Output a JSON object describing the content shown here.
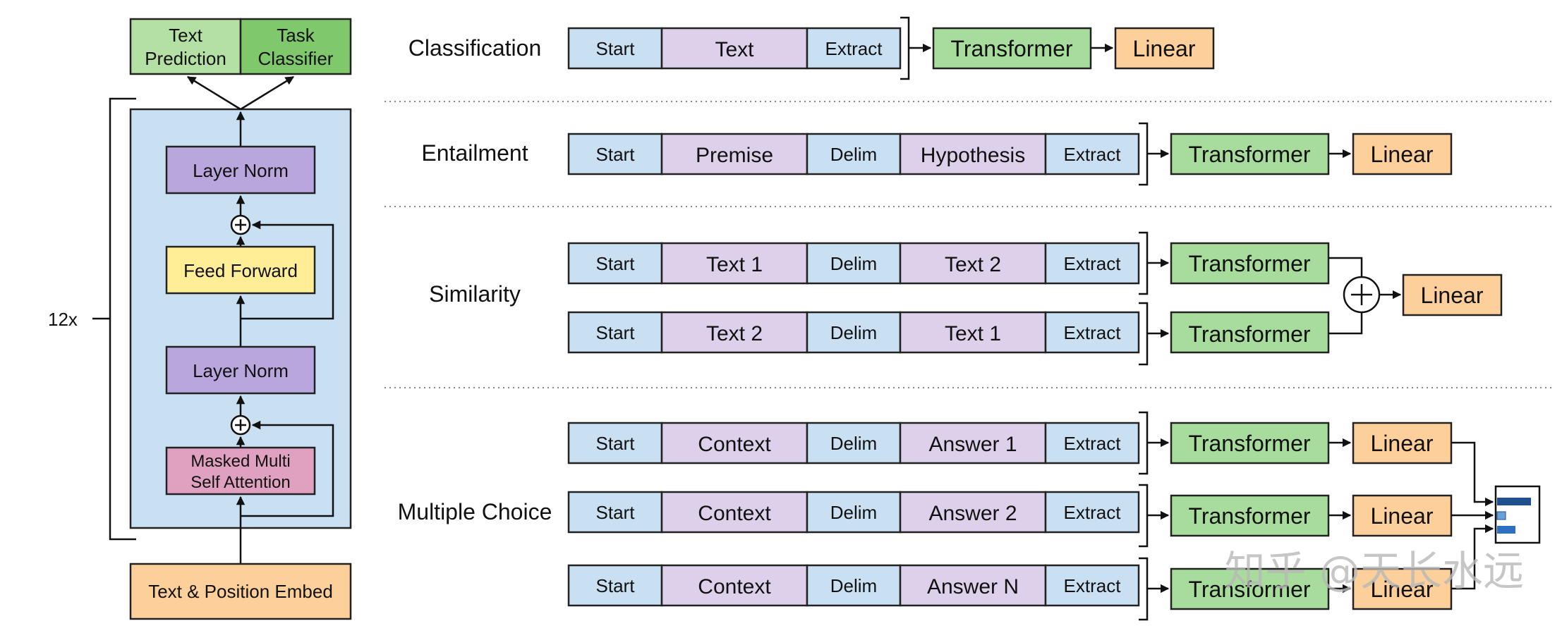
{
  "colors": {
    "blue": "#c9dff2",
    "purple": "#dcd0ea",
    "green": "#a8dc9c",
    "orange": "#fdcf9b",
    "layer_norm": "#b8a6dc",
    "feed_forward": "#ffee96",
    "attention": "#e0a0c0",
    "outer_block": "#c9dff2",
    "top_green_left": "#b4e0a4",
    "top_green_right": "#80c86c"
  },
  "architecture": {
    "outputs": {
      "text_prediction": [
        "Text",
        "Prediction"
      ],
      "task_classifier": [
        "Task",
        "Classifier"
      ]
    },
    "repeat": "12x",
    "layer_norm_top": "Layer Norm",
    "feed_forward": "Feed Forward",
    "layer_norm_bottom": "Layer Norm",
    "attention": [
      "Masked Multi",
      "Self Attention"
    ],
    "embed": "Text & Position Embed"
  },
  "tasks": {
    "classification": {
      "label": "Classification",
      "tokens": [
        "Start",
        "Text",
        "Extract"
      ],
      "transformer": "Transformer",
      "linear": "Linear"
    },
    "entailment": {
      "label": "Entailment",
      "tokens": [
        "Start",
        "Premise",
        "Delim",
        "Hypothesis",
        "Extract"
      ],
      "transformer": "Transformer",
      "linear": "Linear"
    },
    "similarity": {
      "label": "Similarity",
      "rows": [
        {
          "tokens": [
            "Start",
            "Text 1",
            "Delim",
            "Text 2",
            "Extract"
          ],
          "transformer": "Transformer"
        },
        {
          "tokens": [
            "Start",
            "Text 2",
            "Delim",
            "Text 1",
            "Extract"
          ],
          "transformer": "Transformer"
        }
      ],
      "linear": "Linear"
    },
    "multiple_choice": {
      "label": "Multiple Choice",
      "rows": [
        {
          "tokens": [
            "Start",
            "Context",
            "Delim",
            "Answer 1",
            "Extract"
          ],
          "transformer": "Transformer",
          "linear": "Linear"
        },
        {
          "tokens": [
            "Start",
            "Context",
            "Delim",
            "Answer 2",
            "Extract"
          ],
          "transformer": "Transformer",
          "linear": "Linear"
        },
        {
          "tokens": [
            "Start",
            "Context",
            "Delim",
            "Answer N",
            "Extract"
          ],
          "transformer": "Transformer",
          "linear": "Linear"
        }
      ]
    }
  },
  "watermark": "知乎 @天长水远"
}
